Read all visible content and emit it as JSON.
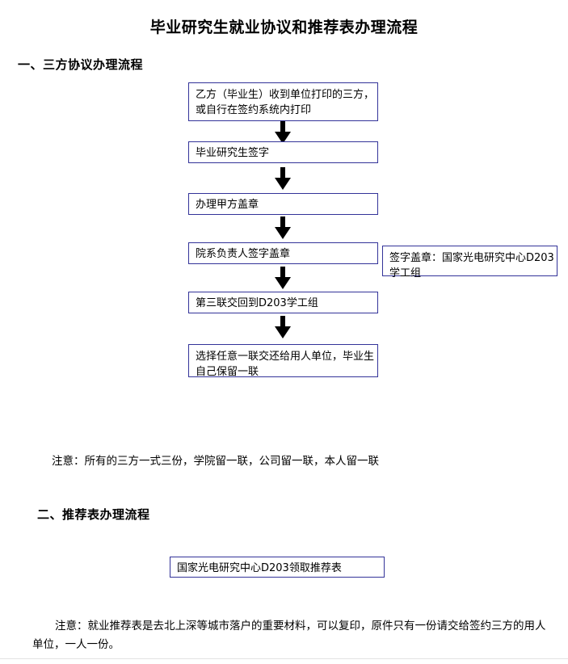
{
  "document": {
    "title": "毕业研究生就业协议和推荐表办理流程"
  },
  "sections": {
    "one": {
      "heading": "一、三方协议办理流程",
      "flow_steps": [
        "乙方（毕业生）收到单位打印的三方，或自行在签约系统内打印",
        "毕业研究生签字",
        "办理甲方盖章",
        "院系负责人签字盖章",
        "第三联交回到D203学工组",
        "选择任意一联交还给用人单位，毕业生自己保留一联"
      ],
      "side_note": "签字盖章：国家光电研究中心D203学工组",
      "note": "注意：所有的三方一式三份，学院留一联，公司留一联，本人留一联"
    },
    "two": {
      "heading": "二、推荐表办理流程",
      "flow_steps": [
        "国家光电研究中心D203领取推荐表"
      ],
      "note": "注意：就业推荐表是去北上深等城市落户的重要材料，可以复印，原件只有一份请交给签约三方的用人单位，一人一份。"
    }
  },
  "style": {
    "box_border_color": "#333399",
    "arrow_color": "#000000",
    "text_color": "#000000",
    "background_color": "#ffffff"
  }
}
